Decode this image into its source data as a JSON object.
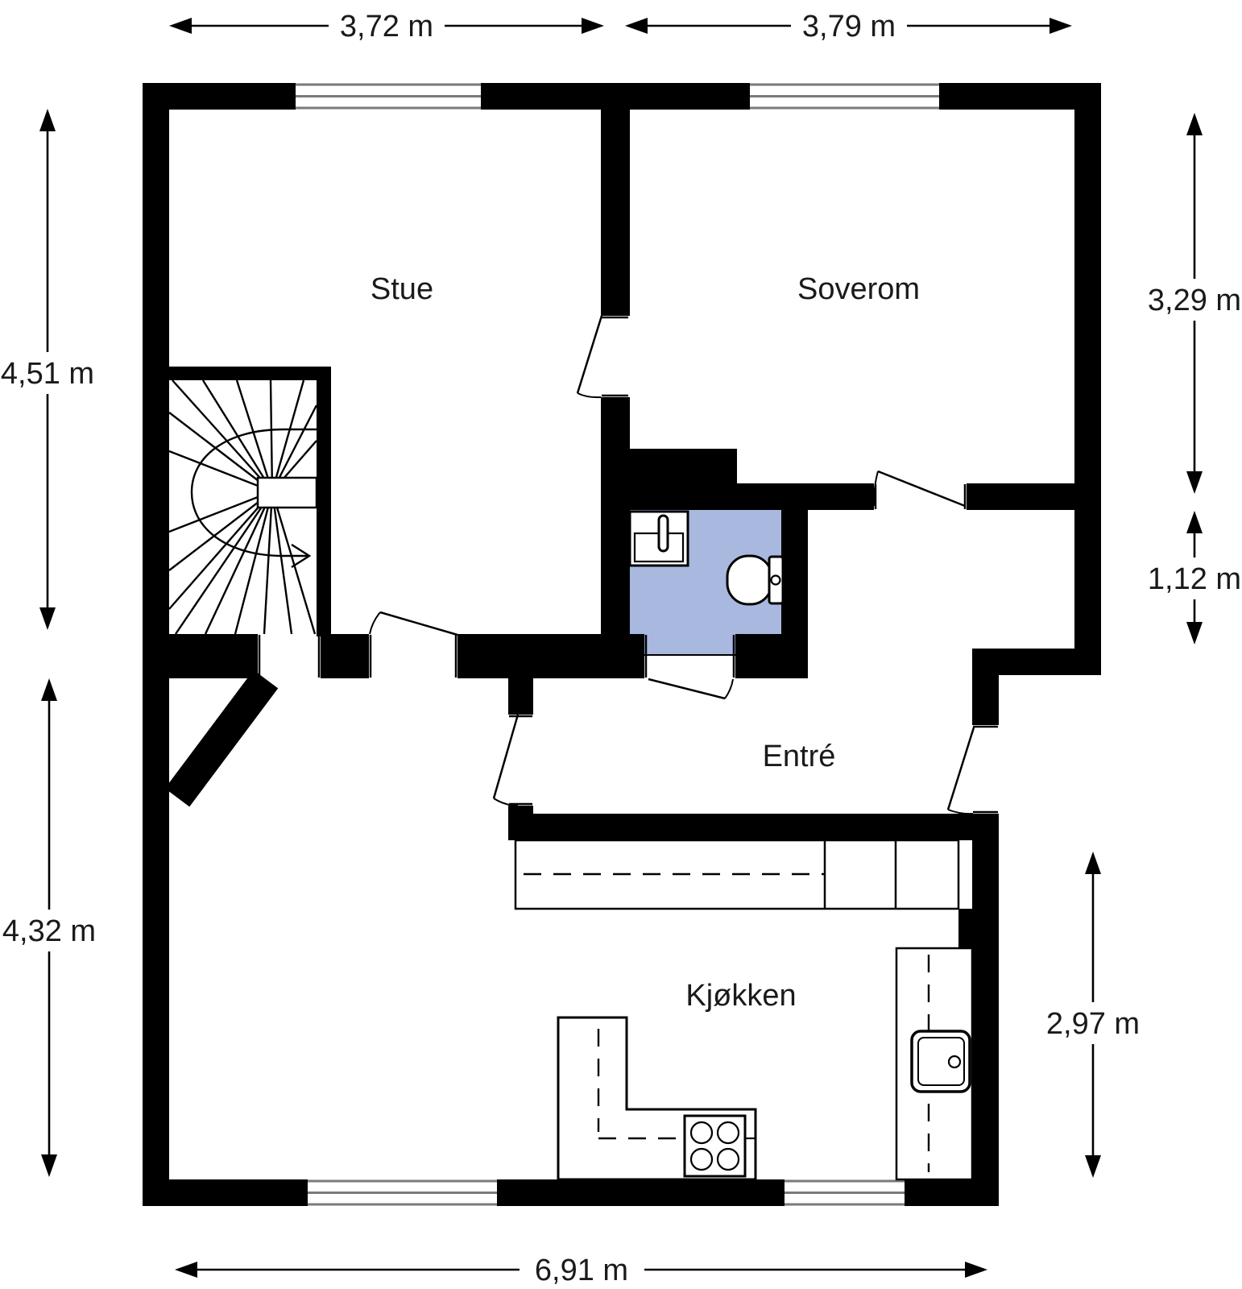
{
  "plan": {
    "title": "floor-plan",
    "rooms": {
      "stue": "Stue",
      "soverom": "Soverom",
      "entre": "Entré",
      "kjokken": "Kjøkken"
    },
    "dimensions": {
      "top_left": "3,72 m",
      "top_right": "3,79 m",
      "left_upper": "4,51 m",
      "left_lower": "4,32 m",
      "right_upper": "3,29 m",
      "right_middle": "1,12 m",
      "right_lower": "2,97 m",
      "bottom": "6,91 m"
    },
    "colors": {
      "wall": "#000000",
      "bathroom_floor": "#a9b8df",
      "window_line": "#7a7a7a",
      "text": "#1a1a1a",
      "background": "#ffffff"
    },
    "fixtures": {
      "stairs": "winder-staircase-icon",
      "bathroom_sink": "sink-icon",
      "toilet": "toilet-icon",
      "kitchen_counter": "counter-icon",
      "kitchen_island": "island-counter-icon",
      "stove": "stove-4-burner-icon",
      "kitchen_sink": "kitchen-sink-icon"
    }
  }
}
